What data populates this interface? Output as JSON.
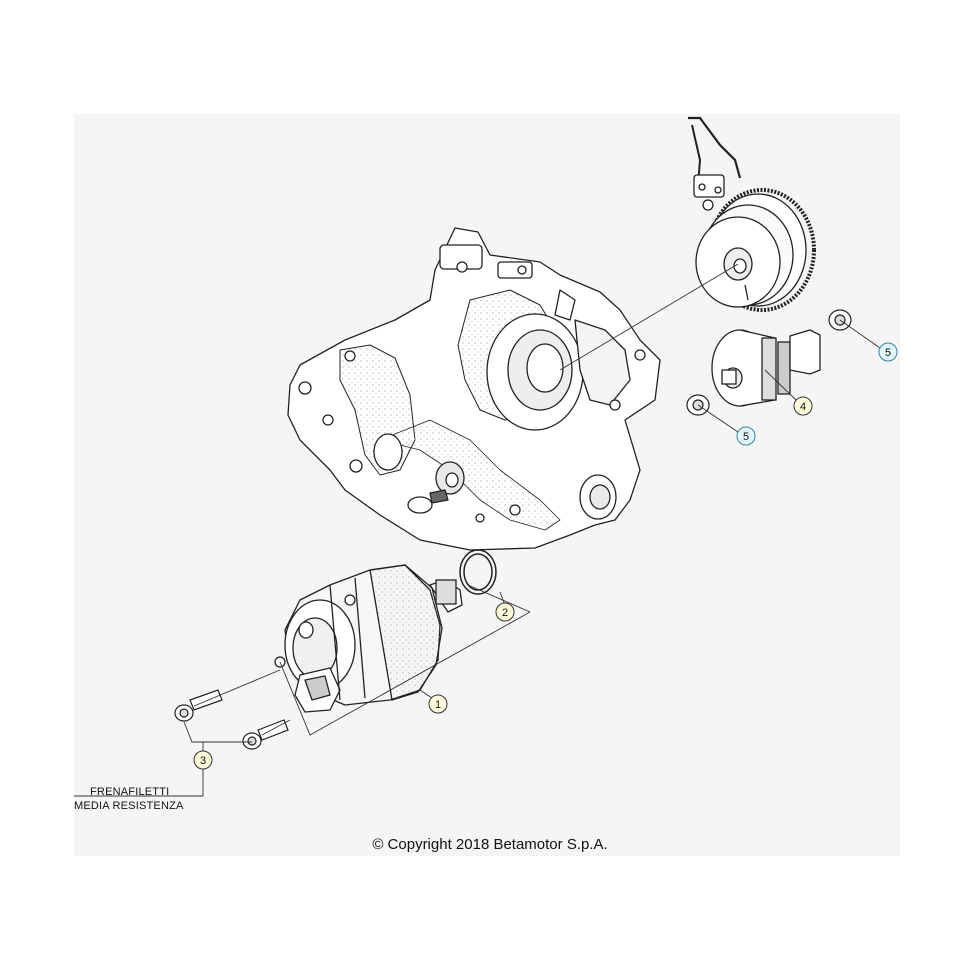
{
  "callouts": [
    {
      "number": "1",
      "fill": "#fcfcd8",
      "stroke": "#333333"
    },
    {
      "number": "2",
      "fill": "#fcfcd8",
      "stroke": "#333333"
    },
    {
      "number": "3",
      "fill": "#fcfcd8",
      "stroke": "#333333"
    },
    {
      "number": "4",
      "fill": "#fcfcd8",
      "stroke": "#333333"
    },
    {
      "number": "5",
      "fill": "#e4f6fb",
      "stroke": "#2a8aa8"
    },
    {
      "number": "5",
      "fill": "#e4f6fb",
      "stroke": "#2a8aa8"
    }
  ],
  "notes": {
    "line1": "FRENAFILETTI",
    "line2": "MEDIA RESISTENZA"
  },
  "copyright": "© Copyright 2018 Betamotor S.p.A."
}
